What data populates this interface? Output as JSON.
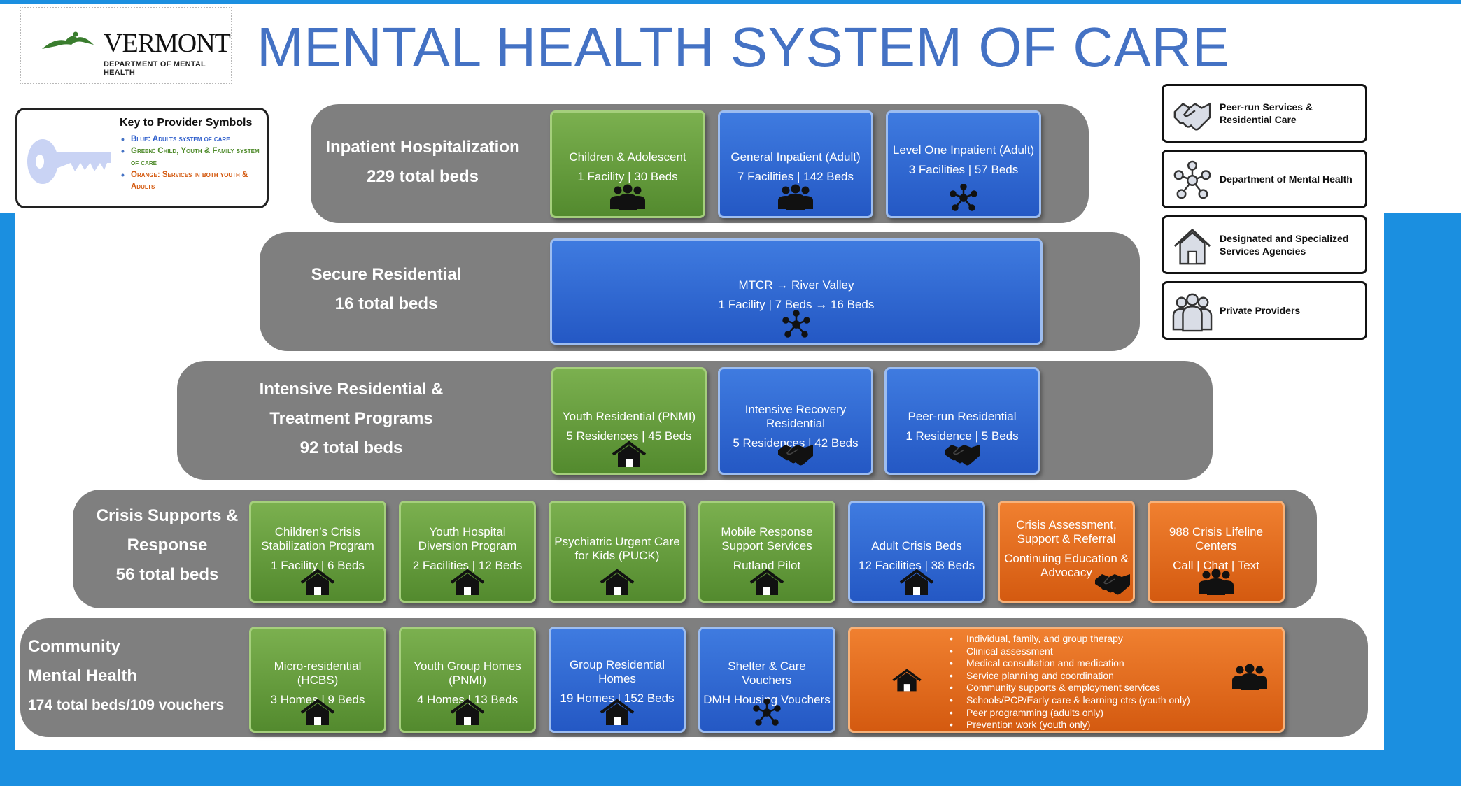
{
  "title": "MENTAL HEALTH SYSTEM OF CARE",
  "logo": {
    "name": "VERMONT",
    "sub": "DEPARTMENT OF MENTAL HEALTH"
  },
  "colors": {
    "blue": "#2f67d6",
    "green": "#5f9a3a",
    "orange": "#e2691c",
    "tier": "#7f7f7f",
    "title": "#4472c4"
  },
  "key": {
    "title": "Key to Provider Symbols",
    "items": [
      {
        "text": "Blue: Adults system of care",
        "color": "#2f5fcc"
      },
      {
        "text": "Green: Child, Youth & Family system of care",
        "color": "#4e8a2a"
      },
      {
        "text": "Orange: Services in both youth & Adults",
        "color": "#d45a10"
      }
    ]
  },
  "legend": [
    {
      "label": "Peer-run Services & Residential Care",
      "icon": "handshake-icon"
    },
    {
      "label": "Department of Mental Health",
      "icon": "network-icon"
    },
    {
      "label": "Designated and Specialized Services Agencies",
      "icon": "house-icon"
    },
    {
      "label": "Private Providers",
      "icon": "people-icon"
    }
  ],
  "tiers": {
    "inpatient": {
      "lines": [
        "Inpatient Hospitalization",
        "229 total beds"
      ],
      "boxes": [
        {
          "title": "Children & Adolescent",
          "sub": "1 Facility | 30 Beds",
          "icon": "people-icon"
        },
        {
          "title": "General Inpatient (Adult)",
          "sub": "7 Facilities | 142 Beds",
          "icon": "people-icon"
        },
        {
          "title": "Level One Inpatient (Adult)",
          "sub": "3 Facilities | 57 Beds",
          "icon": "network-icon"
        }
      ]
    },
    "secure": {
      "lines": [
        "Secure Residential",
        "16 total beds"
      ],
      "boxes": [
        {
          "title": "MTCR → River Valley",
          "sub": "1 Facility | 7 Beds → 16 Beds",
          "icon": "network-icon"
        }
      ]
    },
    "intensive": {
      "lines": [
        "Intensive Residential &",
        "Treatment Programs",
        "92 total beds"
      ],
      "boxes": [
        {
          "title": "Youth Residential (PNMI)",
          "sub": "5 Residences | 45 Beds",
          "icon": "house-icon"
        },
        {
          "title": "Intensive Recovery Residential",
          "sub": "5 Residences | 42 Beds",
          "icon": "handshake-icon"
        },
        {
          "title": "Peer-run Residential",
          "sub": "1 Residence | 5 Beds",
          "icon": "handshake-icon"
        }
      ]
    },
    "crisis": {
      "lines": [
        "Crisis Supports &",
        "Response",
        "56 total beds"
      ],
      "boxes": [
        {
          "title": "Children’s Crisis Stabilization Program",
          "sub": "1 Facility | 6 Beds",
          "icon": "house-icon"
        },
        {
          "title": "Youth Hospital Diversion Program",
          "sub": "2 Facilities | 12 Beds",
          "icon": "house-icon"
        },
        {
          "title": "Psychiatric Urgent Care for Kids (PUCK)",
          "sub": "",
          "icon": "house-icon"
        },
        {
          "title": "Mobile Response Support Services",
          "sub": "Rutland Pilot",
          "icon": "house-icon"
        },
        {
          "title": "Adult Crisis Beds",
          "sub": "12 Facilities | 38 Beds",
          "icon": "house-icon"
        },
        {
          "title": "Crisis Assessment, Support & Referral",
          "sub": "Continuing Education & Advocacy",
          "icon": "handshake-icon"
        },
        {
          "title": "988 Crisis Lifeline Centers",
          "sub": "Call | Chat | Text",
          "icon": "people-icon"
        }
      ]
    },
    "community": {
      "lines": [
        "Community",
        "Mental Health",
        "174 total beds/109 vouchers"
      ],
      "boxes": [
        {
          "title": "Micro-residential (HCBS)",
          "sub": "3 Homes | 9 Beds",
          "icon": "house-icon"
        },
        {
          "title": "Youth Group Homes (PNMI)",
          "sub": "4 Homes | 13 Beds",
          "icon": "house-icon"
        },
        {
          "title": "Group Residential Homes",
          "sub": "19 Homes | 152 Beds",
          "icon": "house-icon"
        },
        {
          "title": "Shelter & Care Vouchers",
          "sub": "DMH Housing Vouchers",
          "icon": "network-icon"
        }
      ],
      "services": [
        "Individual, family, and group therapy",
        "Clinical assessment",
        "Medical consultation and medication",
        "Service planning and coordination",
        "Community supports & employment services",
        "Schools/PCP/Early care & learning ctrs (youth only)",
        "Peer programming (adults only)",
        "Prevention work (youth only)"
      ]
    }
  }
}
